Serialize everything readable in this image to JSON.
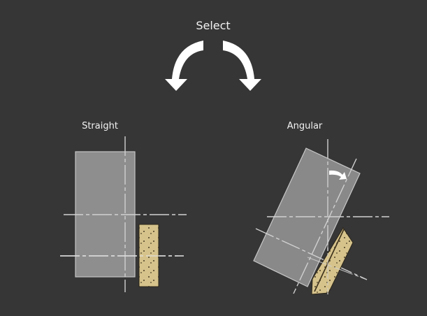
{
  "title": "Select",
  "options": [
    {
      "id": "straight",
      "label": "Straight"
    },
    {
      "id": "angular",
      "label": "Angular"
    }
  ],
  "icons": {
    "left_arrow": "curved-arrow-down-left",
    "right_arrow": "curved-arrow-down-right",
    "rotation_arrow": "rotation-arrow"
  },
  "colors": {
    "background": "#363636",
    "workpiece_fill": "#8e8e8e",
    "workpiece_stroke": "#c8c8c8",
    "stone_fill": "#d6c38c",
    "centerline": "#cfcfcf",
    "arrow": "#ffffff",
    "text": "#f2f2f2"
  }
}
